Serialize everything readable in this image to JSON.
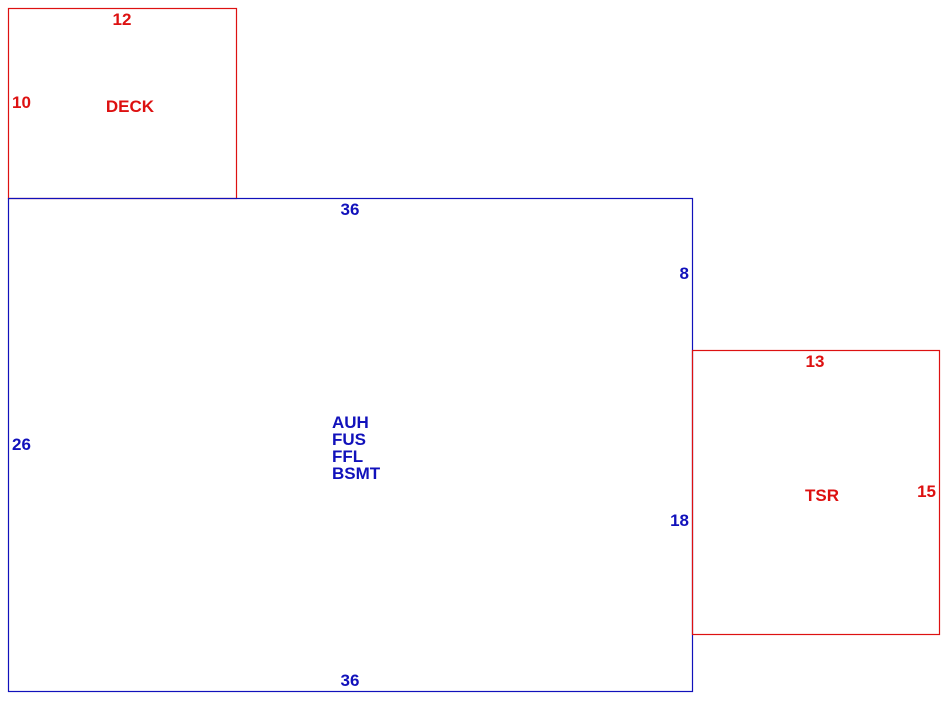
{
  "colors": {
    "red": "#dd1111",
    "blue": "#1111bb",
    "background": "#ffffff"
  },
  "deck": {
    "label": "DECK",
    "dim_top": "12",
    "dim_left": "10"
  },
  "main": {
    "dim_top": "36",
    "dim_bottom": "36",
    "dim_left": "26",
    "dim_right_upper": "8",
    "dim_right_lower": "18",
    "labels": [
      "AUH",
      "FUS",
      "FFL",
      "BSMT"
    ]
  },
  "tsr": {
    "label": "TSR",
    "dim_top": "13",
    "dim_right": "15"
  }
}
